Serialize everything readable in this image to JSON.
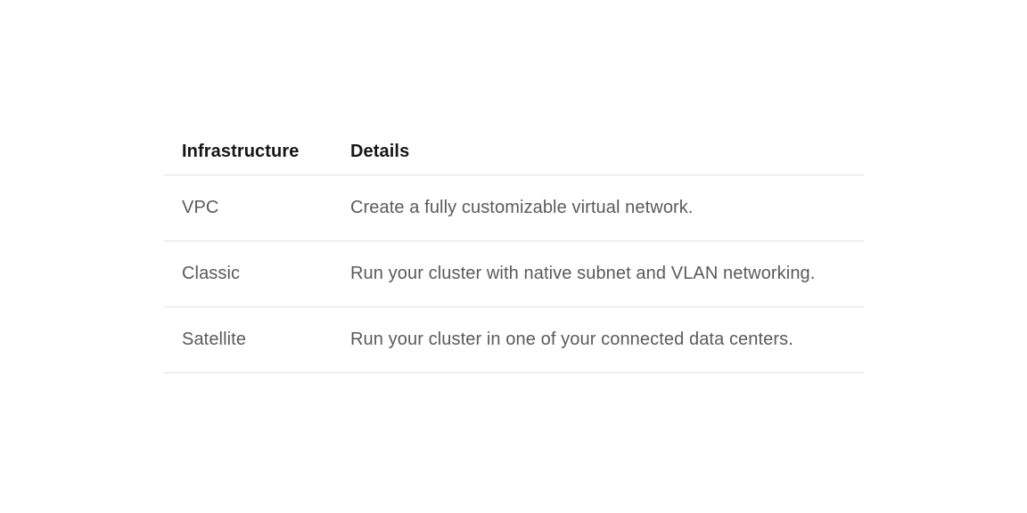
{
  "table": {
    "columns": {
      "infrastructure": "Infrastructure",
      "details": "Details"
    },
    "rows": [
      {
        "infrastructure": "VPC",
        "details": "Create a fully customizable virtual network."
      },
      {
        "infrastructure": "Classic",
        "details": "Run your cluster with native subnet and VLAN networking."
      },
      {
        "infrastructure": "Satellite",
        "details": "Run your cluster in one of your connected data centers."
      }
    ],
    "colors": {
      "header_text": "#161616",
      "body_text": "#5a5a5a",
      "divider": "#e0e0e0",
      "background": "#ffffff"
    }
  }
}
